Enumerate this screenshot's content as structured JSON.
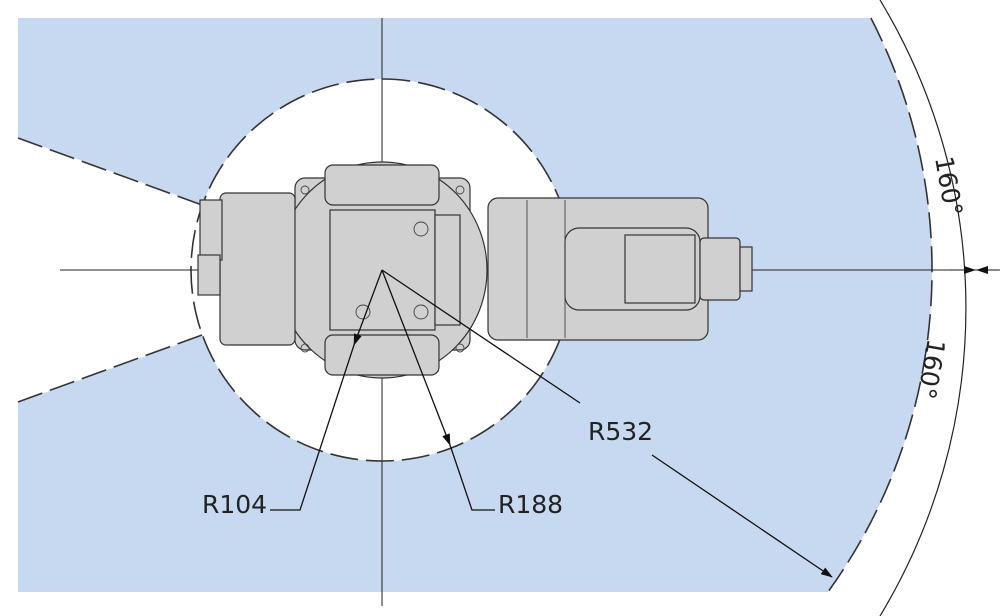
{
  "title": "Robot working range top view",
  "labels": {
    "r_inner": "R104",
    "r_mid": "R188",
    "r_outer": "R532",
    "angle_upper": "160°",
    "angle_lower": "160°"
  },
  "colors": {
    "range_fill": "#c6d9f0",
    "robot": "#d0d0d0",
    "line": "#222222"
  }
}
